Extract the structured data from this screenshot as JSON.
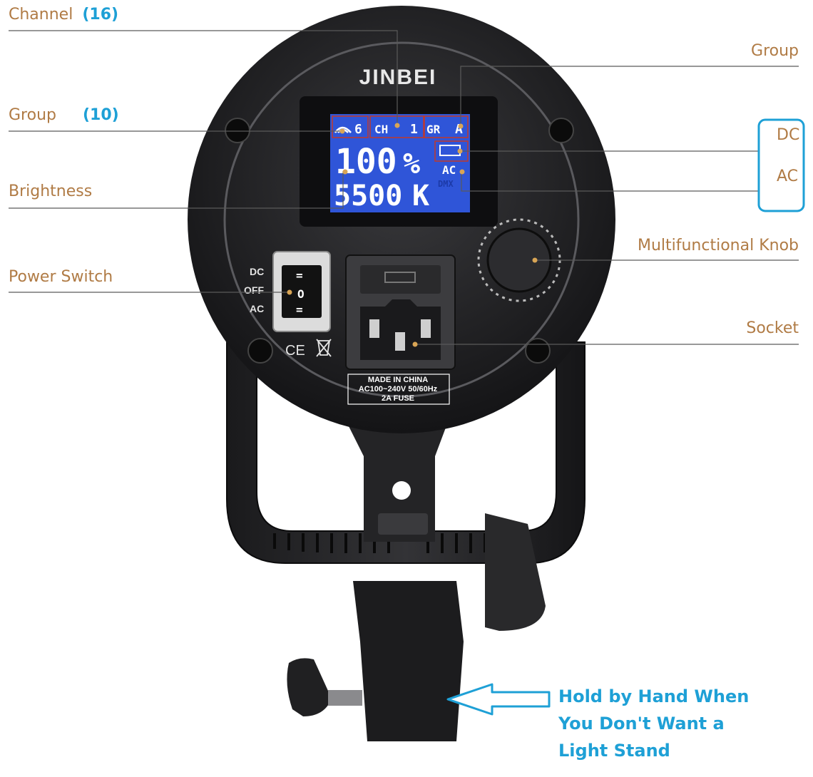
{
  "callouts": {
    "channel": "Channel",
    "channel_count": "(16)",
    "group_left": "Group",
    "group_count": "(10)",
    "brightness": "Brightness",
    "power_switch": "Power Switch",
    "group_right": "Group",
    "dc": "DC",
    "ac": "AC",
    "knob": "Multifunctional Knob",
    "socket": "Socket"
  },
  "note": {
    "line1": "Hold by Hand When",
    "line2": "You Don't Want a",
    "line3": "Light Stand"
  },
  "device": {
    "brand": "JINBEI",
    "lcd_signal": "6",
    "lcd_ch": "CH",
    "lcd_ch_value": "1",
    "lcd_gr": "GR",
    "lcd_gr_value": "A",
    "lcd_brightness": "100",
    "lcd_percent": "%",
    "lcd_temp": "5500",
    "lcd_k": "K",
    "lcd_ac": "AC",
    "lcd_dmx": "DMX",
    "switch_dc": "DC",
    "switch_off": "OFF",
    "switch_ac": "AC",
    "switch_on_symbol": "=",
    "switch_off_symbol": "O",
    "switch_ac_symbol": "=",
    "ce_mark": "CE",
    "made_in": "MADE IN CHINA",
    "rating": "AC100~240V 50/60Hz",
    "fuse": "2A FUSE"
  },
  "colors": {
    "label_text": "#b07b45",
    "accent_blue": "#1ea0d6",
    "lcd_background": "#2f55d8",
    "device_body": "#1d1d1f"
  }
}
